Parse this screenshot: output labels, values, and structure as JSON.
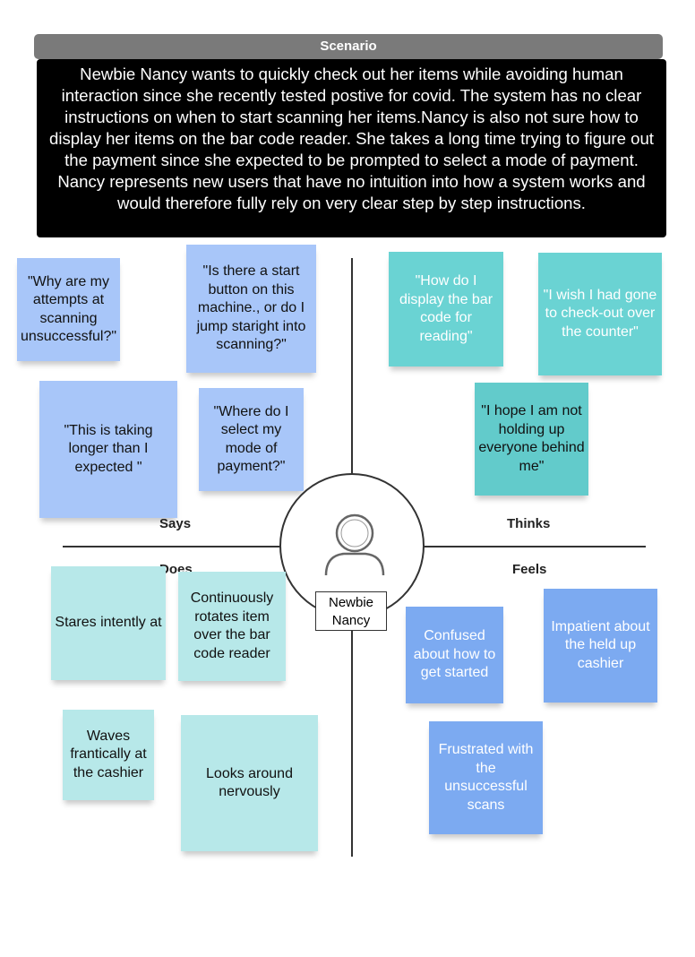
{
  "scenario": {
    "title": "Scenario",
    "text": "Newbie Nancy wants to quickly check out her items while avoiding human interaction since she recently tested postive for covid. The system has no clear instructions on when to start scanning her items.Nancy is also not sure how to display her items on the bar code reader. She takes a long time trying to figure out the payment since she expected to be prompted to select a mode of payment. Nancy represents new users that have no intuition into how a system works and would therefore fully rely on very clear step by step instructions."
  },
  "persona": {
    "name": "Newbie Nancy",
    "icon": "user-icon"
  },
  "quadrants": {
    "says": "Says",
    "thinks": "Thinks",
    "does": "Does",
    "feels": "Feels"
  },
  "says": [
    "\"Why are my attempts at scanning unsuccessful?\"",
    "\"Is there a start button on this machine., or do I jump staright into scanning?\"",
    "\"This is taking longer than I expected \"",
    "\"Where do I select my mode of payment?\""
  ],
  "thinks": [
    "\"How do I display the bar code for reading\"",
    "\"I wish I had gone to check-out over the counter\"",
    "\"I  hope I am not holding up everyone behind me\""
  ],
  "does": [
    "Stares intently at",
    "Continuously rotates item over the bar code reader",
    "Waves frantically at the cashier",
    "Looks around nervously"
  ],
  "feels": [
    "Confused about how to get started",
    "Impatient about the held up cashier",
    "Frustrated with the unsuccessful scans"
  ],
  "colors": {
    "says_note": "#a8c6f9",
    "thinks_note": "#6ad3d3",
    "does_note": "#b7e8e9",
    "feels_note": "#7caaf1",
    "scenario_header": "#7a7a7a",
    "scenario_box": "#000000"
  }
}
